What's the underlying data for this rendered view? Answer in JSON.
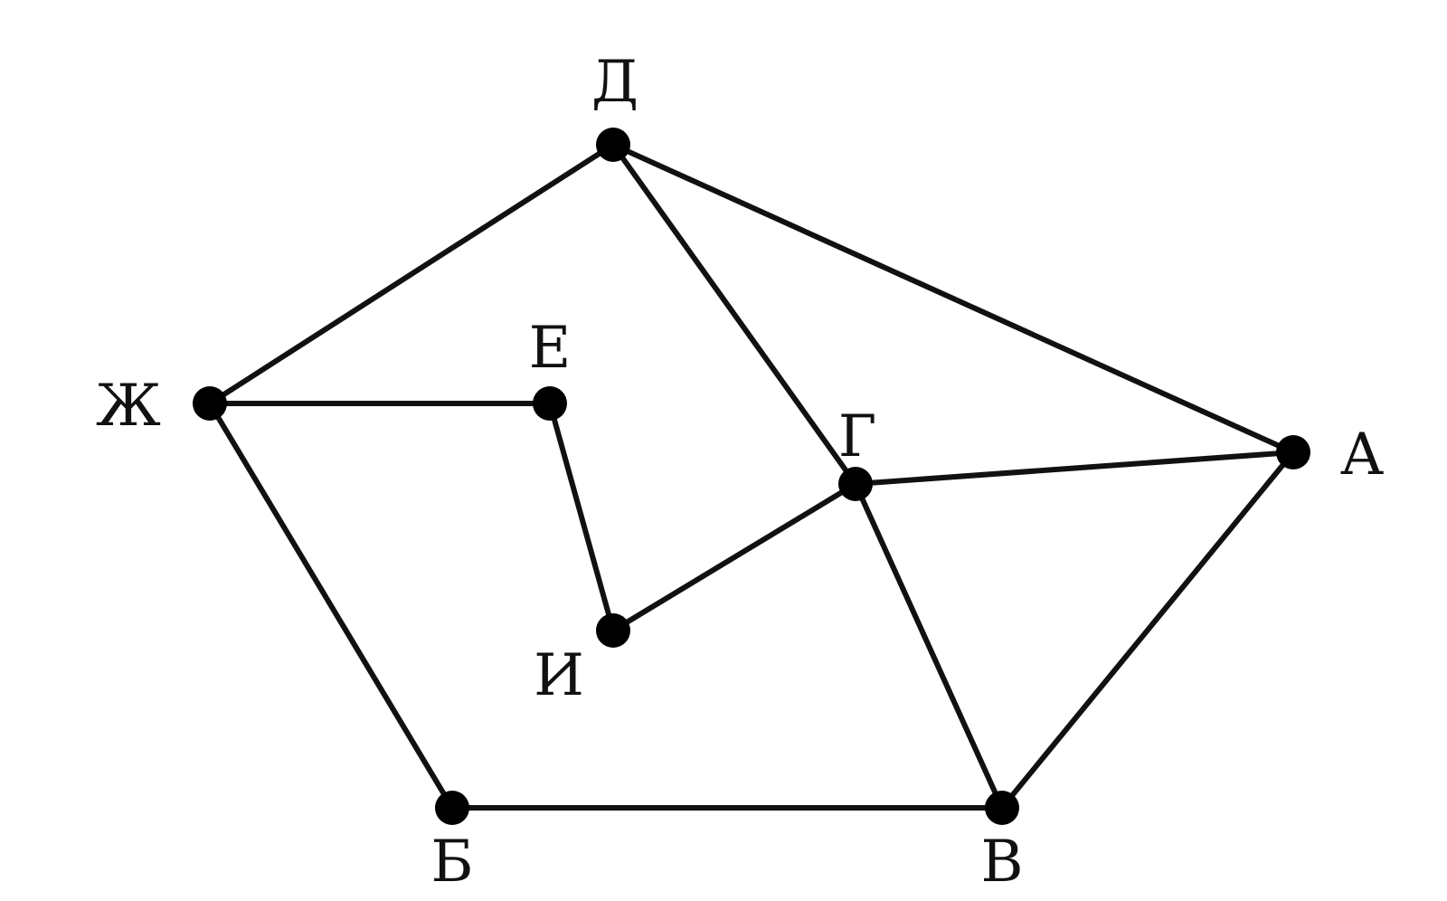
{
  "graph": {
    "nodes": [
      {
        "id": "A",
        "label": "А"
      },
      {
        "id": "B",
        "label": "Б"
      },
      {
        "id": "V",
        "label": "В"
      },
      {
        "id": "G",
        "label": "Г"
      },
      {
        "id": "D",
        "label": "Д"
      },
      {
        "id": "E",
        "label": "Е"
      },
      {
        "id": "Zh",
        "label": "Ж"
      },
      {
        "id": "I",
        "label": "И"
      }
    ],
    "edges": [
      {
        "from": "D",
        "to": "Zh"
      },
      {
        "from": "D",
        "to": "G"
      },
      {
        "from": "D",
        "to": "A"
      },
      {
        "from": "Zh",
        "to": "E"
      },
      {
        "from": "Zh",
        "to": "B"
      },
      {
        "from": "E",
        "to": "I"
      },
      {
        "from": "I",
        "to": "G"
      },
      {
        "from": "G",
        "to": "A"
      },
      {
        "from": "G",
        "to": "V"
      },
      {
        "from": "A",
        "to": "V"
      },
      {
        "from": "B",
        "to": "V"
      }
    ]
  },
  "colors": {
    "line": "#111111",
    "node": "#000000",
    "background": "#ffffff"
  }
}
